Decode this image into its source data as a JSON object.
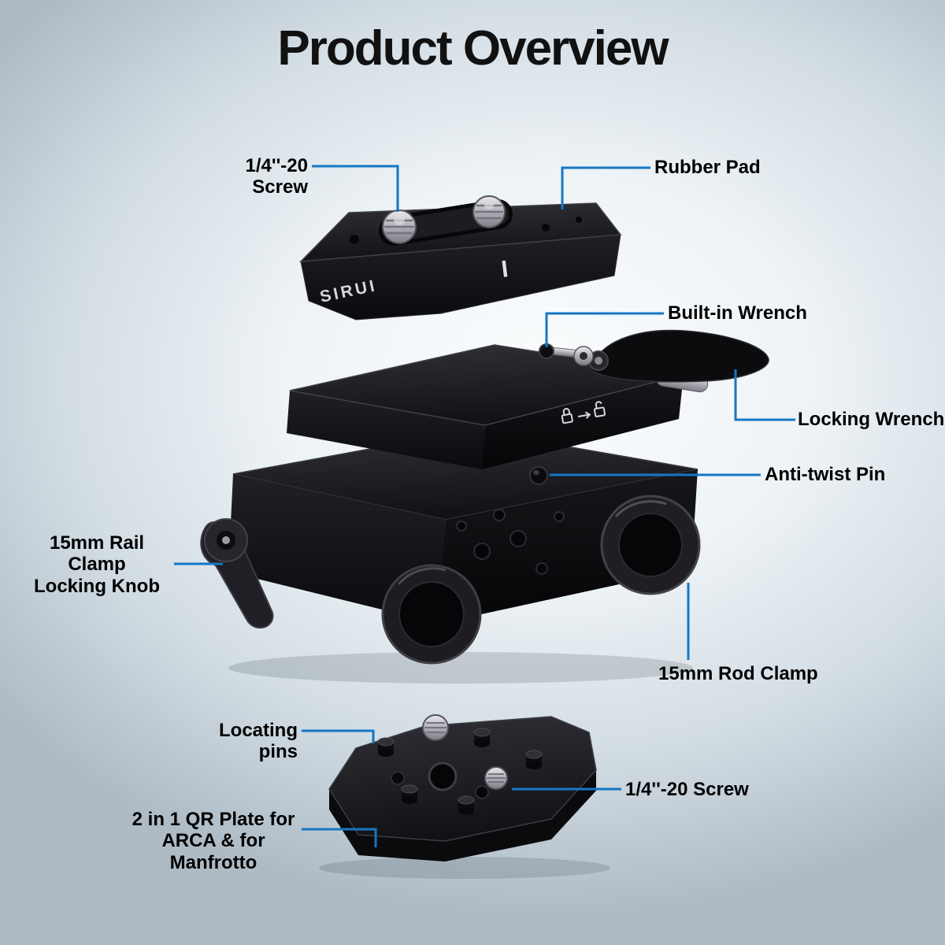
{
  "title": "Product Overview",
  "brand": "SIRUI",
  "plate_index_mark": "I",
  "callouts": {
    "screw_top": "1/4''-20 Screw",
    "rubber_pad": "Rubber Pad",
    "built_in_wrench": "Built-in Wrench",
    "locking_wrench": "Locking Wrench",
    "anti_twist_pin": "Anti-twist Pin",
    "rail_clamp_knob": "15mm Rail Clamp\nLocking Knob",
    "rod_clamp": "15mm Rod Clamp",
    "locating_pins": "Locating pins",
    "screw_bottom": "1/4''-20 Screw",
    "qr_plate": "2 in 1 QR Plate for\nARCA & for Manfrotto"
  },
  "icons": {
    "lock": "lock-icon",
    "arrow": "arrow-right-icon",
    "unlock": "unlock-icon"
  },
  "colors": {
    "callout_line": "#1577c5",
    "label_text": "#000000",
    "title_text": "#111111",
    "product_dark": "#121216",
    "metal_silver": "#b9b9c0",
    "background_edge": "#aebbc5",
    "background_center": "#fbfdfe"
  }
}
